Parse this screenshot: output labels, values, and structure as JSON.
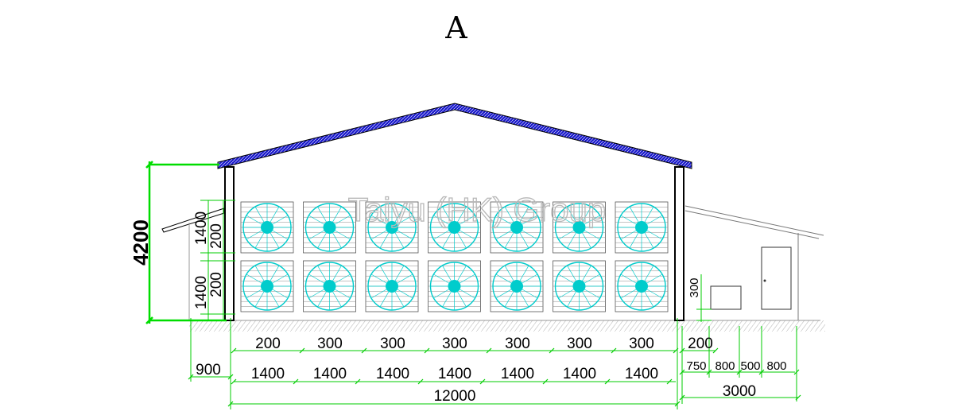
{
  "title": "A",
  "watermark": "Taiyu (HK) Group",
  "colors": {
    "roof": "#1a1acc",
    "fan": "#00cccc",
    "dimension": "#00cc00",
    "structure": "#000000",
    "watermark": "#b8b8b8"
  },
  "icons": {
    "fan": "exhaust-fan-icon",
    "door": "door-icon",
    "box": "equipment-box-icon"
  },
  "fan_grid": {
    "rows": 2,
    "columns": 7
  },
  "dimensions": {
    "height_total": "4200",
    "left_upper_1400": "1400",
    "left_upper_200": "200",
    "left_lower_1400": "1400",
    "left_lower_200": "200",
    "right_300": "300",
    "gap_row": [
      "200",
      "300",
      "300",
      "300",
      "300",
      "300",
      "300"
    ],
    "gap_right": "200",
    "fan_row": [
      "1400",
      "1400",
      "1400",
      "1400",
      "1400",
      "1400",
      "1400"
    ],
    "left_900": "900",
    "annex": [
      "750",
      "800",
      "500",
      "800"
    ],
    "total_width": "12000",
    "annex_total": "3000"
  }
}
